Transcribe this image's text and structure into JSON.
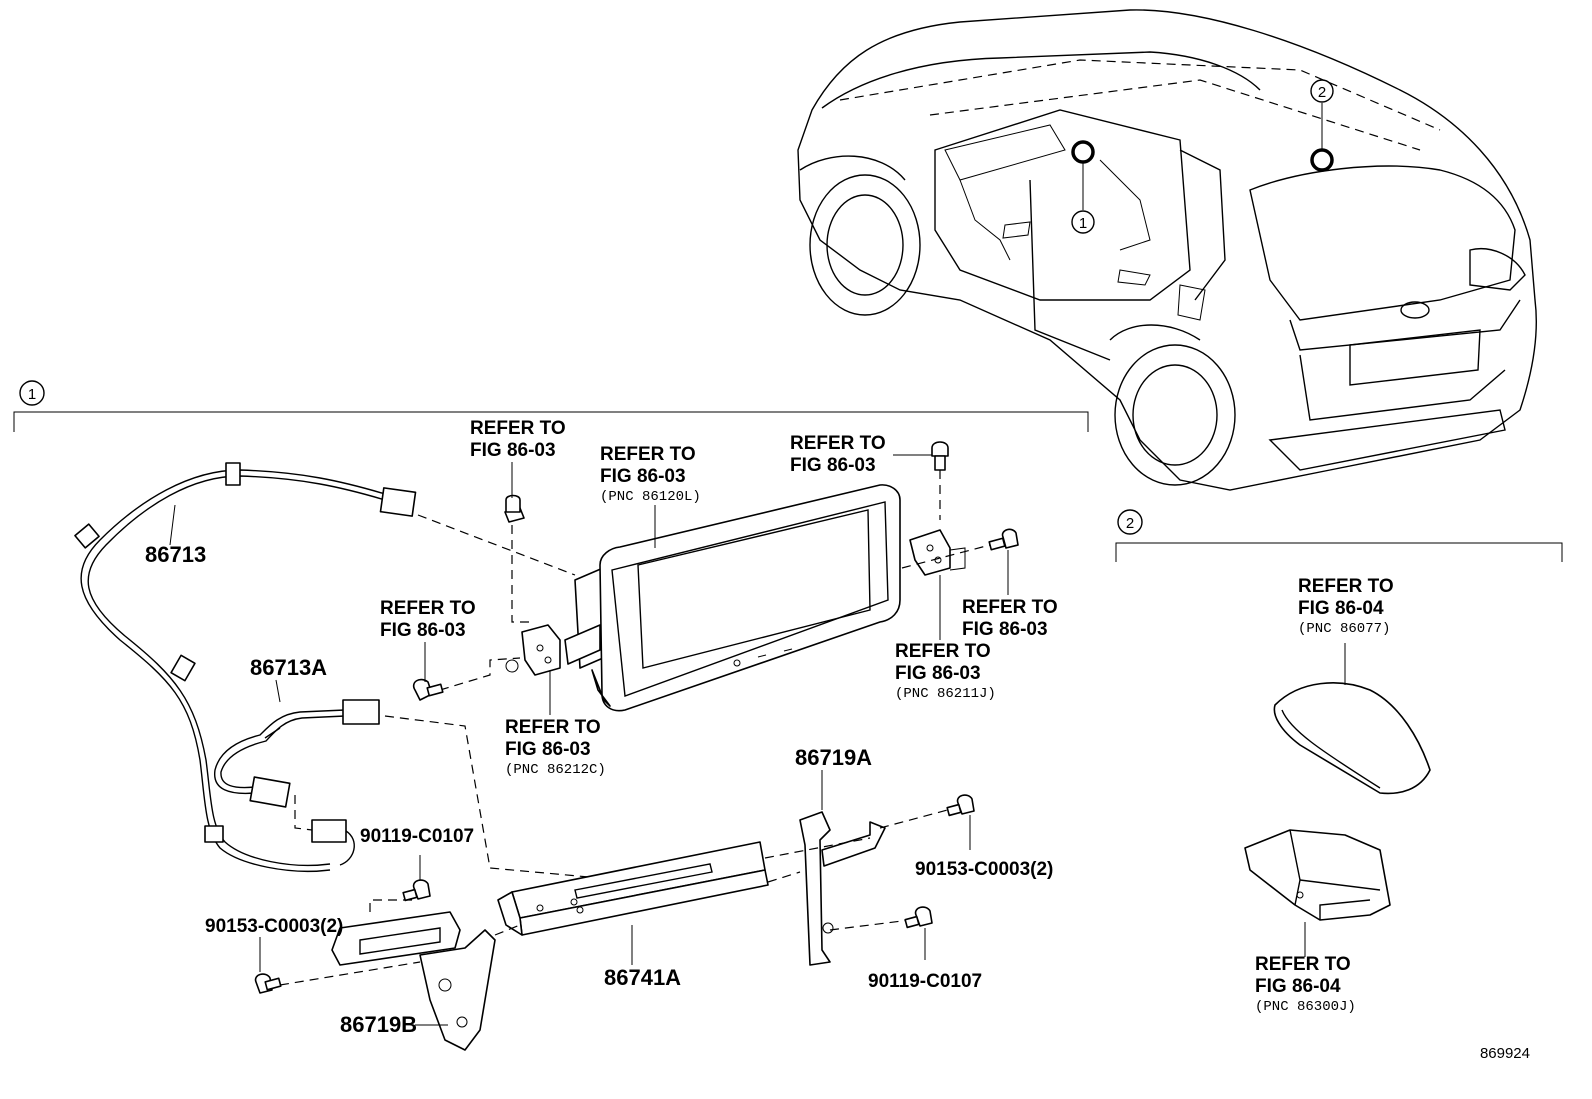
{
  "figure_id": "869924",
  "groups": [
    {
      "marker": "1"
    },
    {
      "marker": "2"
    }
  ],
  "vehicle_callouts": [
    "1",
    "2"
  ],
  "parts": {
    "p86713": "86713",
    "p86713A": "86713A",
    "p86741A": "86741A",
    "p86719A": "86719A",
    "p86719B": "86719B",
    "bolt_a": "90119-C0107",
    "bolt_b": "90119-C0107",
    "screw_a": "90153-C0003(2)",
    "screw_b": "90153-C0003(2)"
  },
  "references": [
    {
      "line1": "REFER TO",
      "line2": "FIG 86-03",
      "pnc": ""
    },
    {
      "line1": "REFER TO",
      "line2": "FIG 86-03",
      "pnc": "(PNC 86120L)"
    },
    {
      "line1": "REFER TO",
      "line2": "FIG 86-03",
      "pnc": ""
    },
    {
      "line1": "REFER TO",
      "line2": "FIG 86-03",
      "pnc": ""
    },
    {
      "line1": "REFER TO",
      "line2": "FIG 86-03",
      "pnc": ""
    },
    {
      "line1": "REFER TO",
      "line2": "FIG 86-03",
      "pnc": "(PNC 86211J)"
    },
    {
      "line1": "REFER TO",
      "line2": "FIG 86-03",
      "pnc": "(PNC 86212C)"
    },
    {
      "line1": "REFER TO",
      "line2": "FIG 86-04",
      "pnc": "(PNC 86077)"
    },
    {
      "line1": "REFER TO",
      "line2": "FIG 86-04",
      "pnc": "(PNC 86300J)"
    }
  ]
}
